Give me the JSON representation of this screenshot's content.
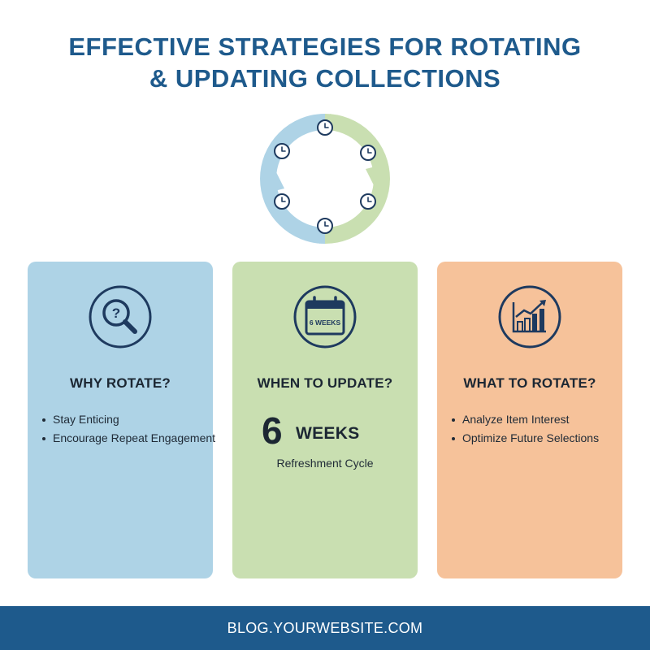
{
  "title_line1": "EFFECTIVE STRATEGIES FOR ROTATING",
  "title_line2": "& UPDATING COLLECTIONS",
  "cards": [
    {
      "heading": "WHY ROTATE?",
      "icon": "magnifier-question-icon",
      "bullets": [
        "Stay Enticing",
        "Encourage Repeat Engagement"
      ]
    },
    {
      "heading": "WHEN TO UPDATE?",
      "icon": "calendar-icon",
      "calendar_label": "6 WEEKS",
      "stat_number": "6",
      "stat_unit": "WEEKS",
      "stat_caption": "Refreshment Cycle"
    },
    {
      "heading": "WHAT TO ROTATE?",
      "icon": "bar-chart-growth-icon",
      "bullets": [
        "Analyze Item Interest",
        "Optimize Future Selections"
      ]
    }
  ],
  "footer": "BLOG.YOURWEBSITE.COM",
  "colors": {
    "title": "#1e5a8c",
    "card_blue": "#aed3e6",
    "card_green": "#c9dfb1",
    "card_orange": "#f6c29a",
    "icon_navy": "#1e3a5f",
    "footer_bg": "#1e5a8c"
  }
}
